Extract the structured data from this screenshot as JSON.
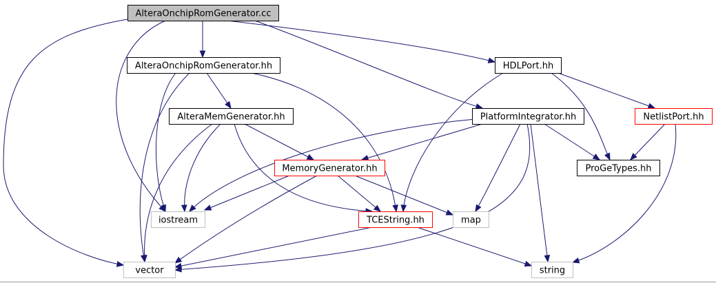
{
  "colors": {
    "edge": "#191970",
    "root_fill": "#bfbfbf",
    "normal_border": "#000000",
    "incomplete_border": "#ff0000",
    "external_border": "#bfbfbf",
    "node_fill": "#ffffff"
  },
  "nodes": [
    {
      "id": "root",
      "label": "AlteraOnchipRomGenerator.cc",
      "style": "root"
    },
    {
      "id": "aorg_hh",
      "label": "AlteraOnchipRomGenerator.hh",
      "style": "normal"
    },
    {
      "id": "hdlport",
      "label": "HDLPort.hh",
      "style": "normal"
    },
    {
      "id": "amg",
      "label": "AlteraMemGenerator.hh",
      "style": "normal"
    },
    {
      "id": "pi",
      "label": "PlatformIntegrator.hh",
      "style": "normal"
    },
    {
      "id": "netlistport",
      "label": "NetlistPort.hh",
      "style": "incomplete"
    },
    {
      "id": "memgen",
      "label": "MemoryGenerator.hh",
      "style": "incomplete"
    },
    {
      "id": "progetypes",
      "label": "ProGeTypes.hh",
      "style": "normal"
    },
    {
      "id": "iostream",
      "label": "iostream",
      "style": "external"
    },
    {
      "id": "tcestring",
      "label": "TCEString.hh",
      "style": "incomplete"
    },
    {
      "id": "map",
      "label": "map",
      "style": "external"
    },
    {
      "id": "vector",
      "label": "vector",
      "style": "external"
    },
    {
      "id": "string",
      "label": "string",
      "style": "external"
    }
  ],
  "edges": [
    {
      "from": "root",
      "to": "aorg_hh"
    },
    {
      "from": "root",
      "to": "hdlport"
    },
    {
      "from": "root",
      "to": "pi"
    },
    {
      "from": "root",
      "to": "iostream"
    },
    {
      "from": "root",
      "to": "vector"
    },
    {
      "from": "aorg_hh",
      "to": "amg"
    },
    {
      "from": "aorg_hh",
      "to": "iostream"
    },
    {
      "from": "aorg_hh",
      "to": "vector"
    },
    {
      "from": "aorg_hh",
      "to": "tcestring"
    },
    {
      "from": "hdlport",
      "to": "netlistport"
    },
    {
      "from": "hdlport",
      "to": "progetypes"
    },
    {
      "from": "hdlport",
      "to": "tcestring"
    },
    {
      "from": "amg",
      "to": "memgen"
    },
    {
      "from": "amg",
      "to": "iostream"
    },
    {
      "from": "amg",
      "to": "vector"
    },
    {
      "from": "amg",
      "to": "tcestring"
    },
    {
      "from": "pi",
      "to": "memgen"
    },
    {
      "from": "pi",
      "to": "progetypes"
    },
    {
      "from": "pi",
      "to": "iostream"
    },
    {
      "from": "pi",
      "to": "map"
    },
    {
      "from": "pi",
      "to": "vector"
    },
    {
      "from": "pi",
      "to": "string"
    },
    {
      "from": "netlistport",
      "to": "progetypes"
    },
    {
      "from": "netlistport",
      "to": "string"
    },
    {
      "from": "memgen",
      "to": "iostream"
    },
    {
      "from": "memgen",
      "to": "tcestring"
    },
    {
      "from": "memgen",
      "to": "map"
    },
    {
      "from": "memgen",
      "to": "vector"
    },
    {
      "from": "tcestring",
      "to": "vector"
    },
    {
      "from": "tcestring",
      "to": "string"
    }
  ]
}
